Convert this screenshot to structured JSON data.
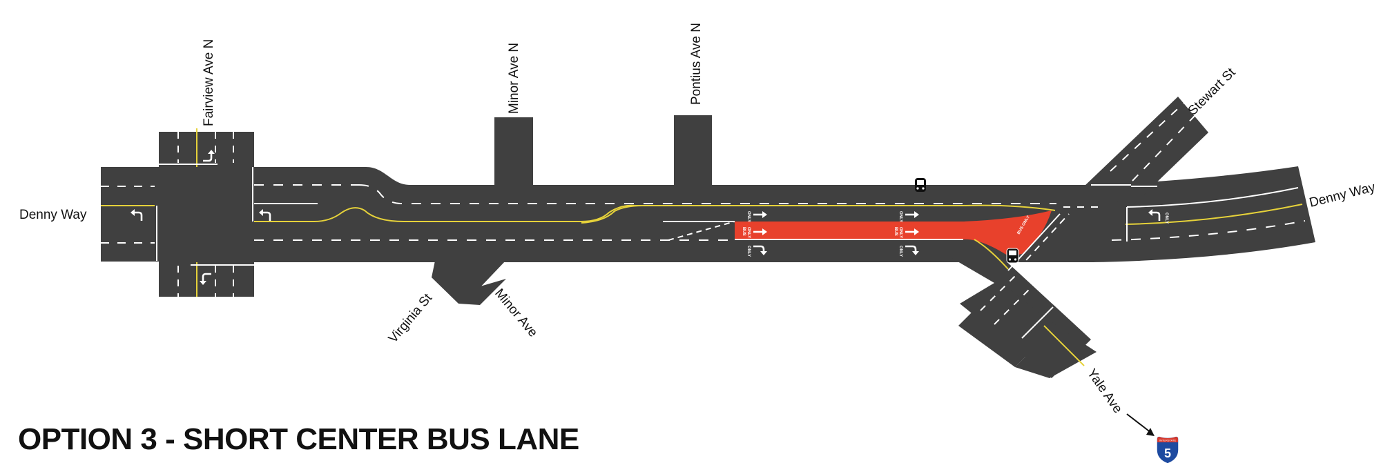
{
  "title": "OPTION 3 - SHORT CENTER BUS LANE",
  "streets": {
    "denny_way_west": "Denny Way",
    "denny_way_east": "Denny Way",
    "fairview": "Fairview Ave N",
    "minor_n": "Minor Ave N",
    "pontius": "Pontius Ave N",
    "stewart": "Stewart St",
    "virginia": "Virginia St",
    "minor_ave": "Minor Ave",
    "yale": "Yale Ave"
  },
  "pavement_markings": {
    "only": "ONLY",
    "bus": "BUS",
    "bus_only": "BUS ONLY"
  },
  "interstate_shield": {
    "number": "5",
    "header": "INTERSTATE"
  },
  "icons": [
    "bus-icon",
    "bus-icon",
    "interstate-shield-icon",
    "arrow-icon"
  ],
  "colors": {
    "road": "#404040",
    "bus_lane": "#e8412c",
    "center_line": "#e6d23a",
    "lane_marking": "#ffffff",
    "background": "#ffffff"
  }
}
